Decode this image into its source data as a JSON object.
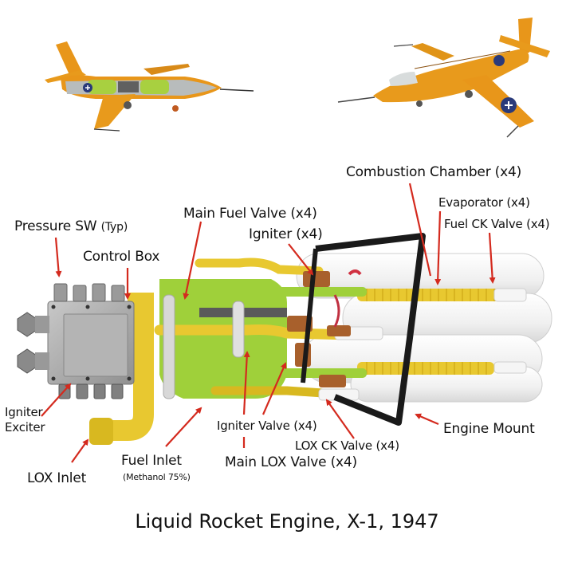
{
  "figure": {
    "title": "Liquid Rocket Engine, X-1, 1947",
    "subject": "Bell X-1 model aircraft and liquid rocket engine cutaway model",
    "images": [
      {
        "name": "x1-cutaway-aircraft",
        "description": "Orange X-1 model with transparent cutaway fuselage showing green tanks"
      },
      {
        "name": "x1-aircraft",
        "description": "Orange X-1 model, three-quarter front view with US roundels"
      },
      {
        "name": "rocket-engine-model",
        "description": "Four-chamber liquid rocket engine model"
      }
    ],
    "labels": [
      {
        "id": "pressure_sw",
        "text": "Pressure SW",
        "suffix": "(Typ)"
      },
      {
        "id": "control_box",
        "text": "Control Box"
      },
      {
        "id": "main_fuel_valve",
        "text": "Main Fuel Valve (x4)"
      },
      {
        "id": "igniter",
        "text": "Igniter (x4)"
      },
      {
        "id": "combustion_chamber",
        "text": "Combustion Chamber (x4)"
      },
      {
        "id": "evaporator",
        "text": "Evaporator (x4)"
      },
      {
        "id": "fuel_ck_valve",
        "text": "Fuel CK Valve (x4)"
      },
      {
        "id": "igniter_exciter_1",
        "text": "Igniter"
      },
      {
        "id": "igniter_exciter_2",
        "text": "Exciter"
      },
      {
        "id": "lox_inlet",
        "text": "LOX Inlet"
      },
      {
        "id": "fuel_inlet",
        "text": "Fuel Inlet"
      },
      {
        "id": "fuel_inlet_note",
        "text": "(Methanol 75%)"
      },
      {
        "id": "igniter_valve",
        "text": "Igniter Valve (x4)"
      },
      {
        "id": "lox_ck_valve",
        "text": "LOX CK Valve (x4)"
      },
      {
        "id": "main_lox_valve",
        "text": "Main LOX Valve (x4)"
      },
      {
        "id": "engine_mount",
        "text": "Engine Mount"
      }
    ],
    "colors": {
      "leader_line": "#d42a1e",
      "aircraft_orange": "#e89a1c",
      "fuel_green": "#9fd03a",
      "fuel_yellow": "#e8c830",
      "chamber_white": "#f2f2f2",
      "control_box_gray": "#a8a8a8",
      "mount_black": "#1a1a1a",
      "valve_brown": "#a8602c"
    }
  }
}
